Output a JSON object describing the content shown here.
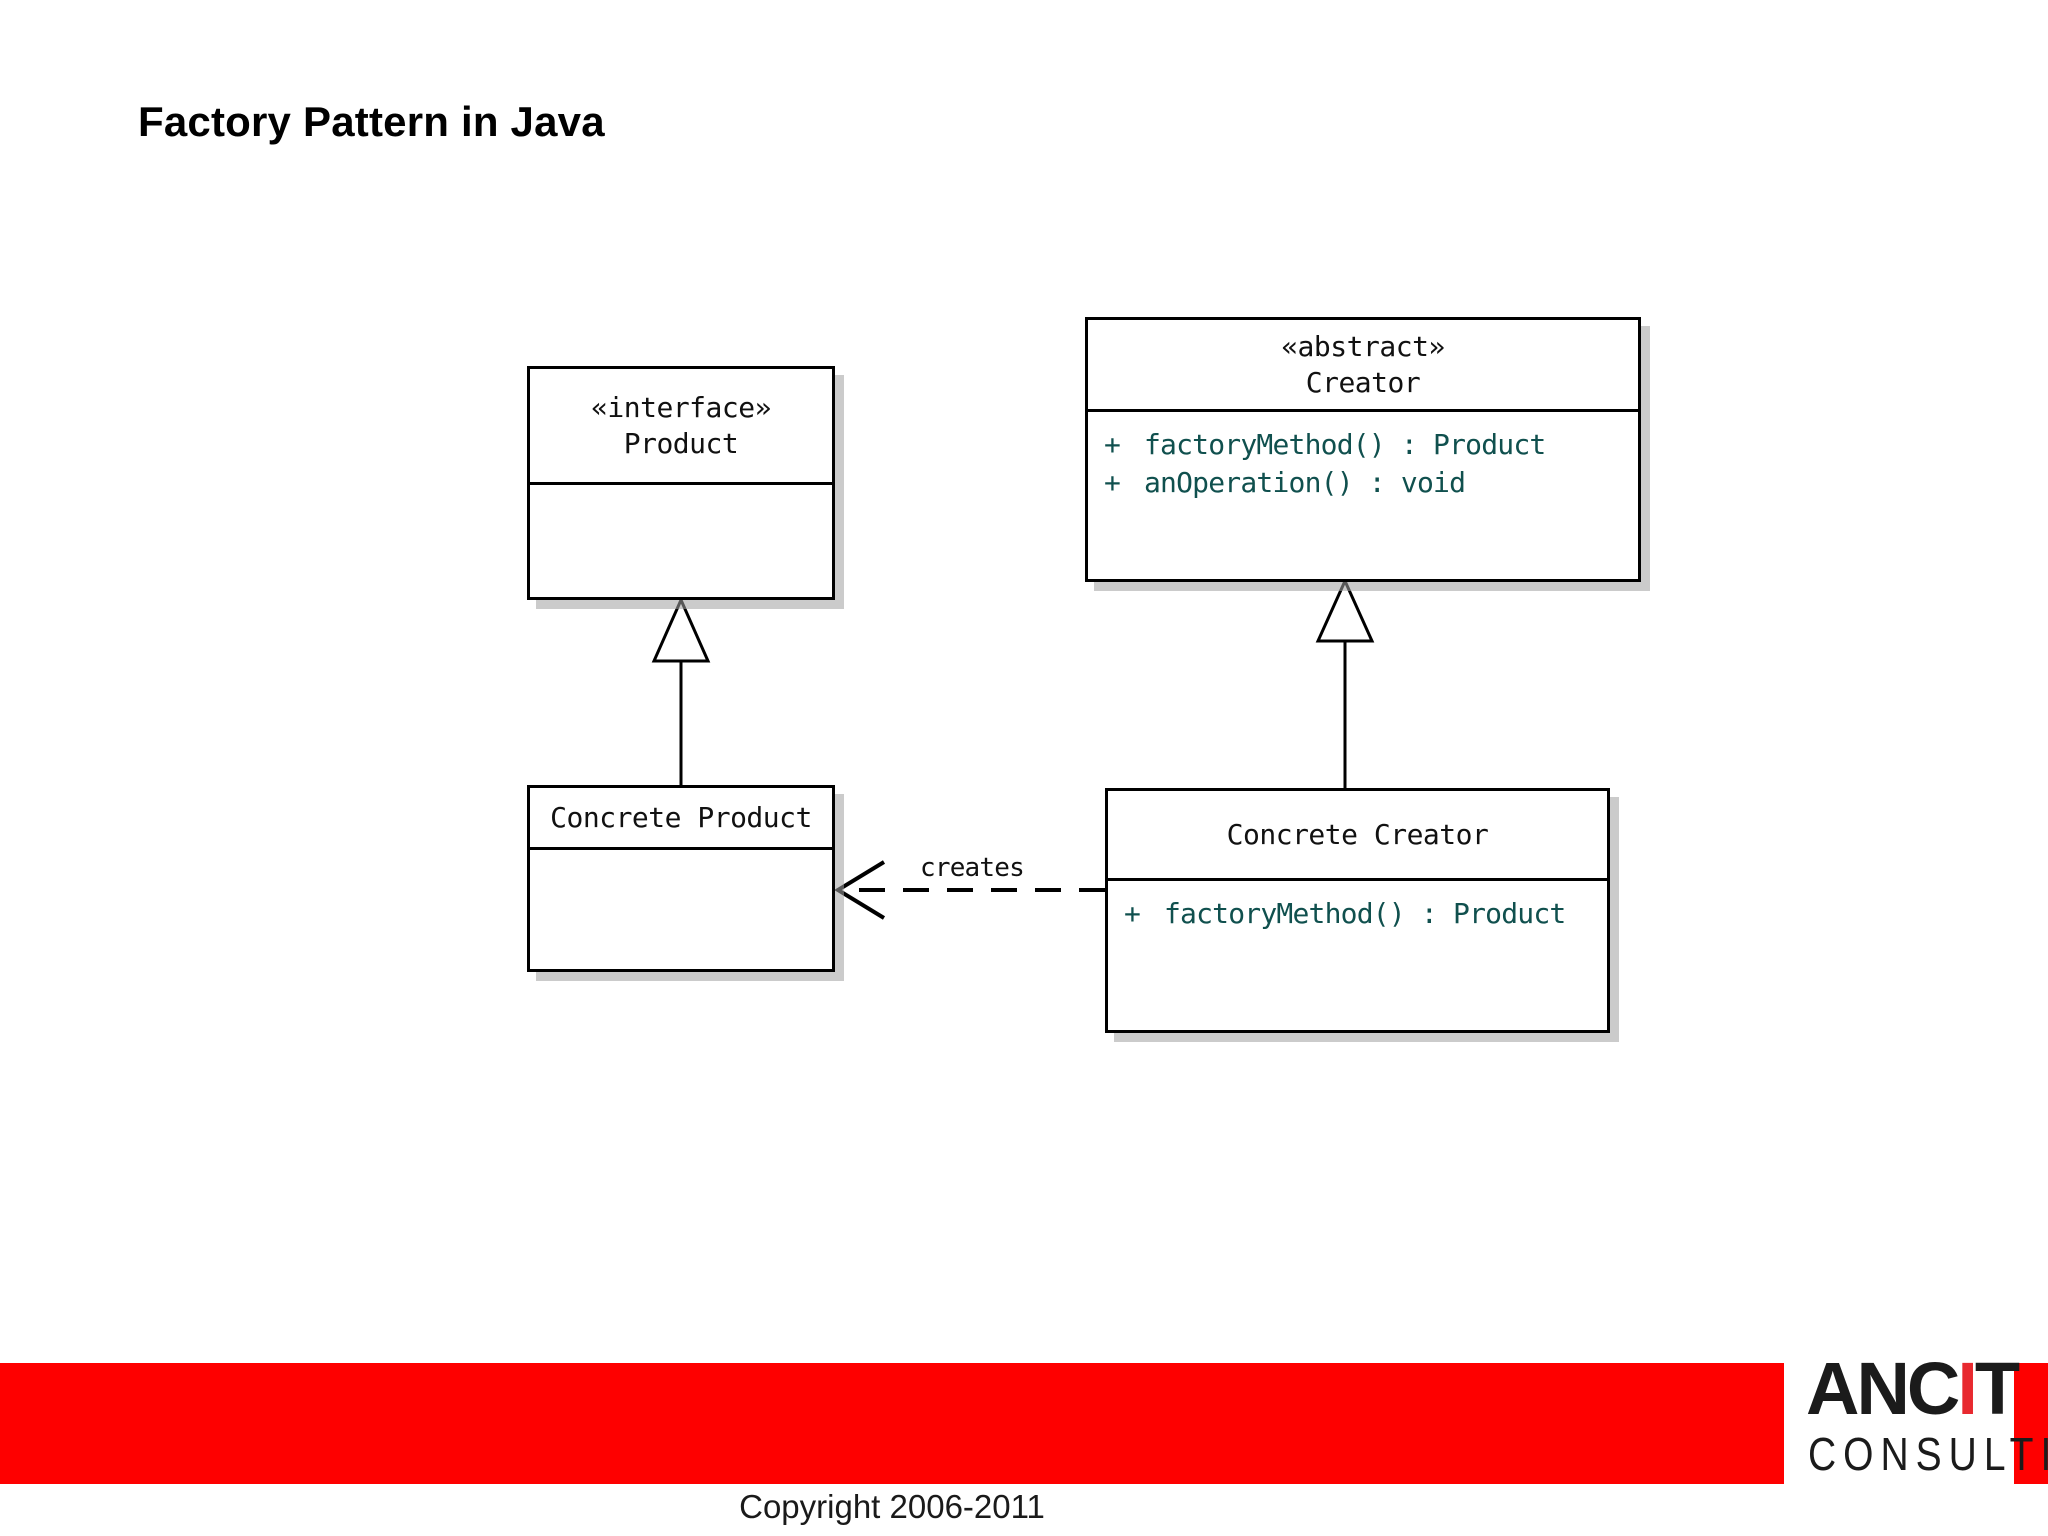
{
  "slide": {
    "title": "Factory Pattern in Java"
  },
  "diagram": {
    "type": "uml-class-diagram",
    "classes": [
      {
        "id": "product",
        "stereotype": "«interface»",
        "name": "Product",
        "members": []
      },
      {
        "id": "creator",
        "stereotype": "«abstract»",
        "name": "Creator",
        "members": [
          {
            "visibility": "+",
            "signature": "factoryMethod() : Product"
          },
          {
            "visibility": "+",
            "signature": "anOperation() : void"
          }
        ]
      },
      {
        "id": "concrete-product",
        "stereotype": "",
        "name": "Concrete Product",
        "members": []
      },
      {
        "id": "concrete-creator",
        "stereotype": "",
        "name": "Concrete Creator",
        "members": [
          {
            "visibility": "+",
            "signature": "factoryMethod() : Product"
          }
        ]
      }
    ],
    "relations": [
      {
        "id": "rel-product-generalization",
        "from": "concrete-product",
        "to": "product",
        "kind": "generalization",
        "label": ""
      },
      {
        "id": "rel-creator-generalization",
        "from": "concrete-creator",
        "to": "creator",
        "kind": "generalization",
        "label": ""
      },
      {
        "id": "rel-creates-dependency",
        "from": "concrete-creator",
        "to": "concrete-product",
        "kind": "dependency",
        "label": "creates"
      }
    ],
    "colors": {
      "member_text": "#10504e",
      "box_border": "#000000",
      "box_fill": "#ffffff",
      "shadow": "#a0a0a0"
    }
  },
  "footer": {
    "copyright": "Copyright 2006-2011",
    "bar_color": "#fe0000",
    "logo": {
      "primary_before": "ANC",
      "primary_accent": "I",
      "primary_after": "T",
      "secondary": "CONSULTING",
      "accent_color": "#e8292f"
    }
  }
}
